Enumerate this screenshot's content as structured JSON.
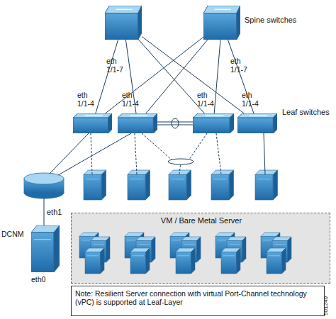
{
  "diagram": {
    "nodes": [
      {
        "text": [
          "eth 1/1-7"
        ]
      },
      {
        "text": [
          "eth 1/1-7"
        ]
      },
      {
        "text": [
          "eth 1/1-4"
        ]
      },
      {
        "text": [
          "eth 1/1-4"
        ]
      },
      {
        "text": [
          "eth 1/1-4"
        ]
      },
      {
        "text": [
          "eth 1/1-4"
        ]
      },
      {
        "text": [
          "DCNM",
          "eth0"
        ]
      },
      {
        "text": [
          "VM / Bare Metal Server"
        ]
      },
      {
        "text": [
          "Note: Resilient Server connection with virtual Port-Channel technology (vPC) is supported at Leaf-Layer"
        ]
      }
    ],
    "edges": [
      {
        "from": 0,
        "to": 2,
        "arrow": "none"
      },
      {
        "from": 0,
        "to": 3,
        "arrow": "none"
      },
      {
        "from": 0,
        "to": 4,
        "arrow": "none"
      },
      {
        "from": 0,
        "to": 5,
        "arrow": "none"
      },
      {
        "from": 1,
        "to": 2,
        "arrow": "none"
      },
      {
        "from": 1,
        "to": 3,
        "arrow": "none"
      },
      {
        "from": 1,
        "to": 4,
        "arrow": "none"
      },
      {
        "from": 1,
        "to": 5,
        "arrow": "none"
      },
      {
        "from": 3,
        "to": 4,
        "arrow": "none"
      }
    ],
    "labels": [
      "Spine switches",
      "Leaf switches",
      "eth1",
      "501240"
    ]
  }
}
